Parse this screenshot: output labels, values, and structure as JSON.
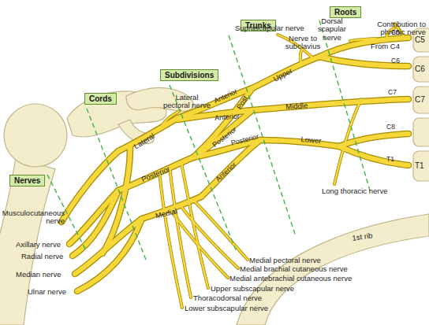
{
  "diagram": {
    "nodes": [
      {
        "text": [
          "Roots"
        ]
      },
      {
        "text": [
          "Trunks"
        ]
      },
      {
        "text": [
          "Subdivisions"
        ]
      },
      {
        "text": [
          "Cords"
        ]
      },
      {
        "text": [
          "Nerves"
        ]
      }
    ],
    "labels": [
      "Contribution to phrenic nerve",
      "Dorsal scapular nerve",
      "From C4",
      "C5",
      "C5",
      "C6",
      "C6",
      "C7",
      "C7",
      "C8",
      "T1",
      "T1",
      "Suprascapular nerve",
      "Nerve to subclavius",
      "Upper",
      "Anterior",
      "Post",
      "Middle",
      "Anterior",
      "Posterior",
      "Lower",
      "Posterior",
      "Anterior",
      "Lateral pectoral nerve",
      "Lateral",
      "Posterior",
      "Medial",
      "Long thoracic nerve",
      "1st rib",
      "Musculocutaneous nerve",
      "Axillary nerve",
      "Radial nerve",
      "Median nerve",
      "Ulnar nerve",
      "Medial pectoral nerve",
      "Medial brachial cutaneous nerve",
      "Medial antebrachial cutaneous nerve",
      "Upper subscapular nerve",
      "Thoracodorsal nerve",
      "Lower subscapular nerve"
    ]
  }
}
